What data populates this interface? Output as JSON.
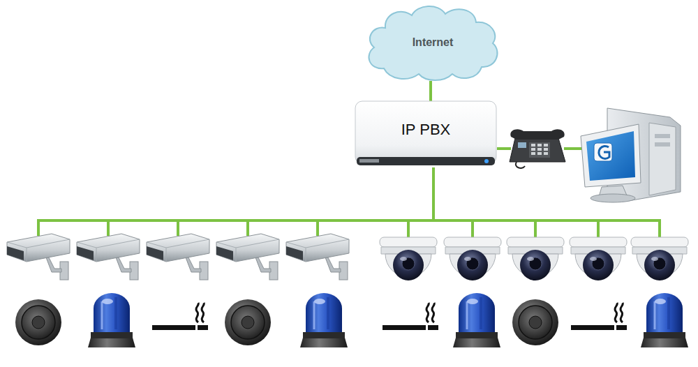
{
  "diagram": {
    "nodes": [
      {
        "text": [
          "Internet"
        ]
      },
      {
        "text": [
          "IP PBX"
        ]
      }
    ],
    "edges": [
      {
        "from": 0,
        "to": 1,
        "arrow": "none"
      }
    ]
  }
}
